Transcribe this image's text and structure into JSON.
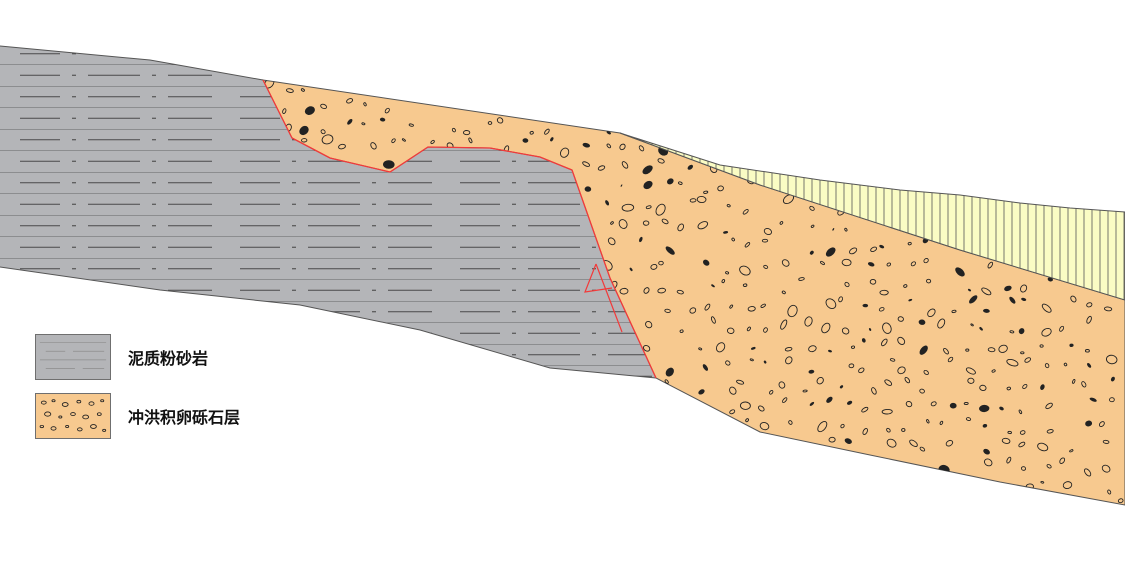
{
  "legend": {
    "items": [
      {
        "label": "泥质粉砂岩",
        "pattern": "mudstone-siltstone",
        "fill": "#b4b5b8"
      },
      {
        "label": "冲洪积卵砾石层",
        "pattern": "alluvial-gravel",
        "fill": "#f7c98f"
      }
    ]
  },
  "colors": {
    "mudstone_fill": "#b4b5b8",
    "gravel_fill": "#f7c98f",
    "topsoil_fill": "#fafcc4",
    "fault_line": "#f23a3a",
    "outline": "#555555",
    "hatch": "#333333"
  },
  "icons": [
    "fault-arrow-icon"
  ]
}
